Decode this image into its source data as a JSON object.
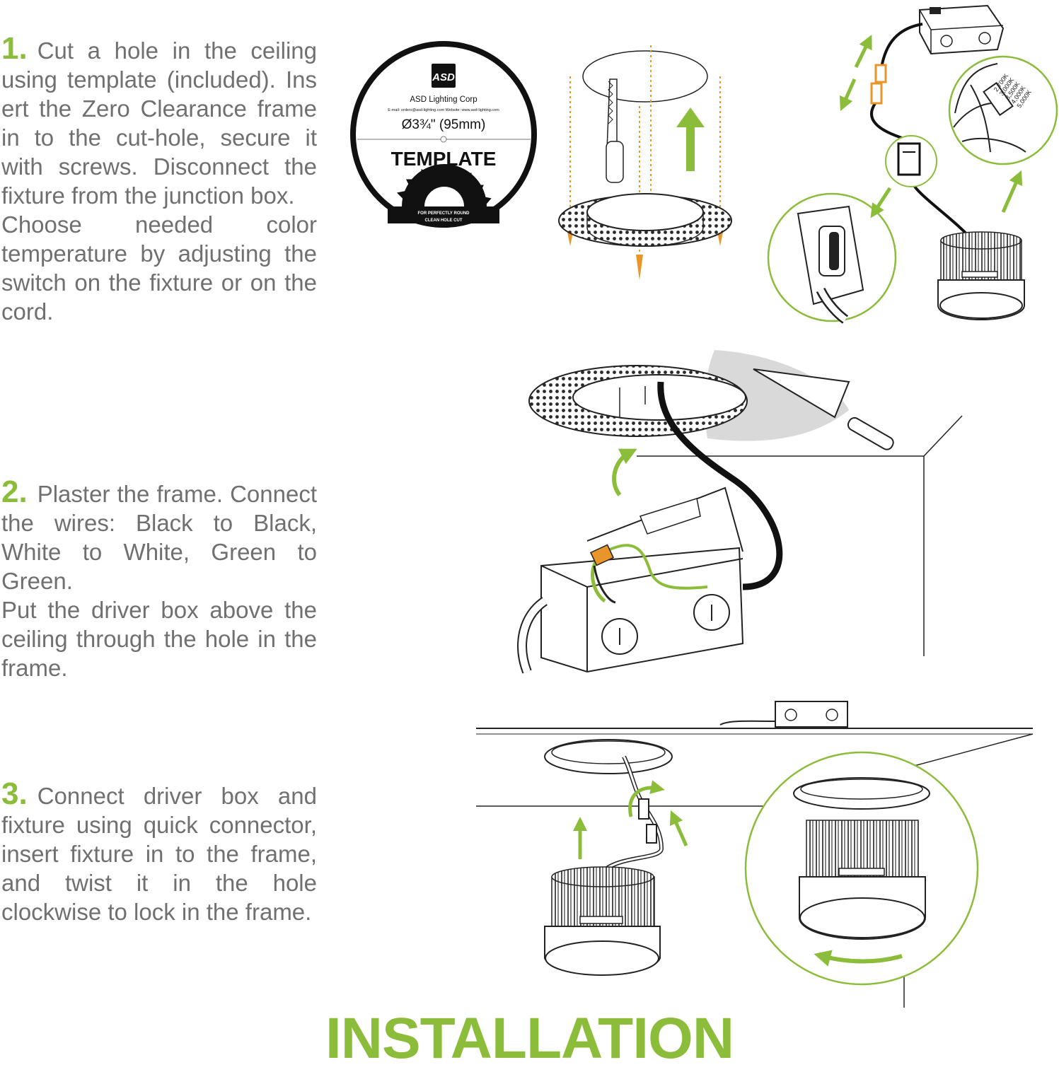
{
  "steps": [
    {
      "number": "1.",
      "text_a": "Cut a hole in the ceiling using template (included). Ins ert the Zero Clearance frame in to the cut-hole, secure it with screws. Disconnect the fixture from the junction box.",
      "text_b": "Choose needed color temperature by adjusting the switch on the fixture or on the cord."
    },
    {
      "number": "2.",
      "text_a": "Plaster the frame. Connect the wires: Black to Black, White to White, Green to Green.",
      "text_b": "Put the driver box above the ceiling through the hole in the frame."
    },
    {
      "number": "3.",
      "text_a": "Connect driver box and fixture using quick connector, insert fixture in to the frame, and twist it in the hole clockwise to lock in the frame."
    }
  ],
  "template_card": {
    "logo": "ASD",
    "company": "ASD Lighting Corp",
    "contact": "E-mail: orders@asd-lighting.com  Website: www.asd-lighting.com",
    "size": "Ø3¾\" (95mm)",
    "label": "TEMPLATE",
    "footer_1": "FOR PERFECTLY ROUND",
    "footer_2": "CLEAN HOLE CUT"
  },
  "cct_options": [
    "2,700K",
    "3,000K",
    "3,500K",
    "4,000K",
    "5,000K"
  ],
  "title": "INSTALLATION",
  "colors": {
    "accent": "#8bbd3a",
    "text": "#707070",
    "orange": "#e8962a",
    "line": "#222222"
  }
}
